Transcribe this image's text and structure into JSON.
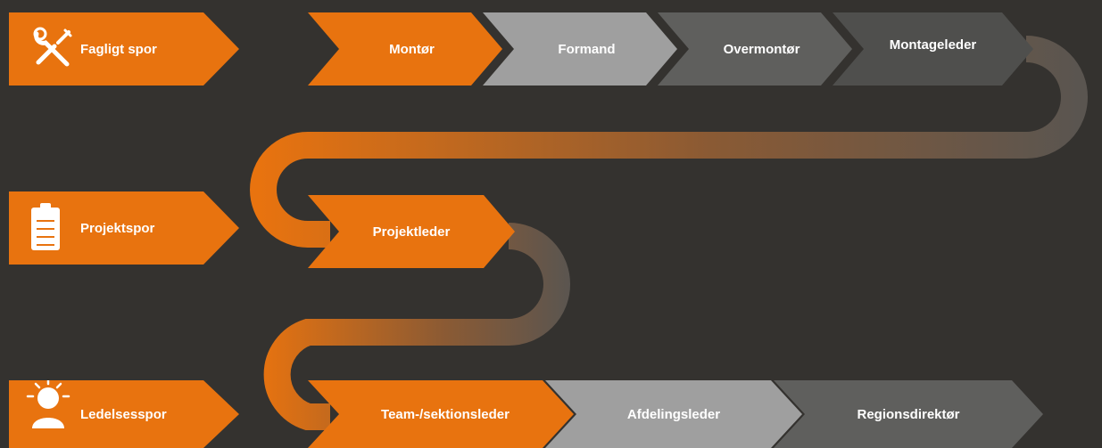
{
  "colors": {
    "background": "#34322f",
    "orange": "#e8730f",
    "light_gray": "#9f9f9f",
    "mid_gray": "#5f5f5d",
    "dark_gray": "#4f4f4d"
  },
  "tracks": {
    "fagligt": {
      "label": "Fagligt spor",
      "icon": "tools-icon"
    },
    "projekt": {
      "label": "Projektspor",
      "icon": "clipboard-icon"
    },
    "ledelse": {
      "label": "Ledelsesspor",
      "icon": "person-idea-icon"
    }
  },
  "steps": {
    "row1": [
      "Montør",
      "Formand",
      "Overmontør",
      "Montageleder"
    ],
    "row2": [
      "Projektleder"
    ],
    "row3": [
      "Team-/sektionsleder",
      "Afdelingsleder",
      "Regionsdirektør"
    ]
  }
}
